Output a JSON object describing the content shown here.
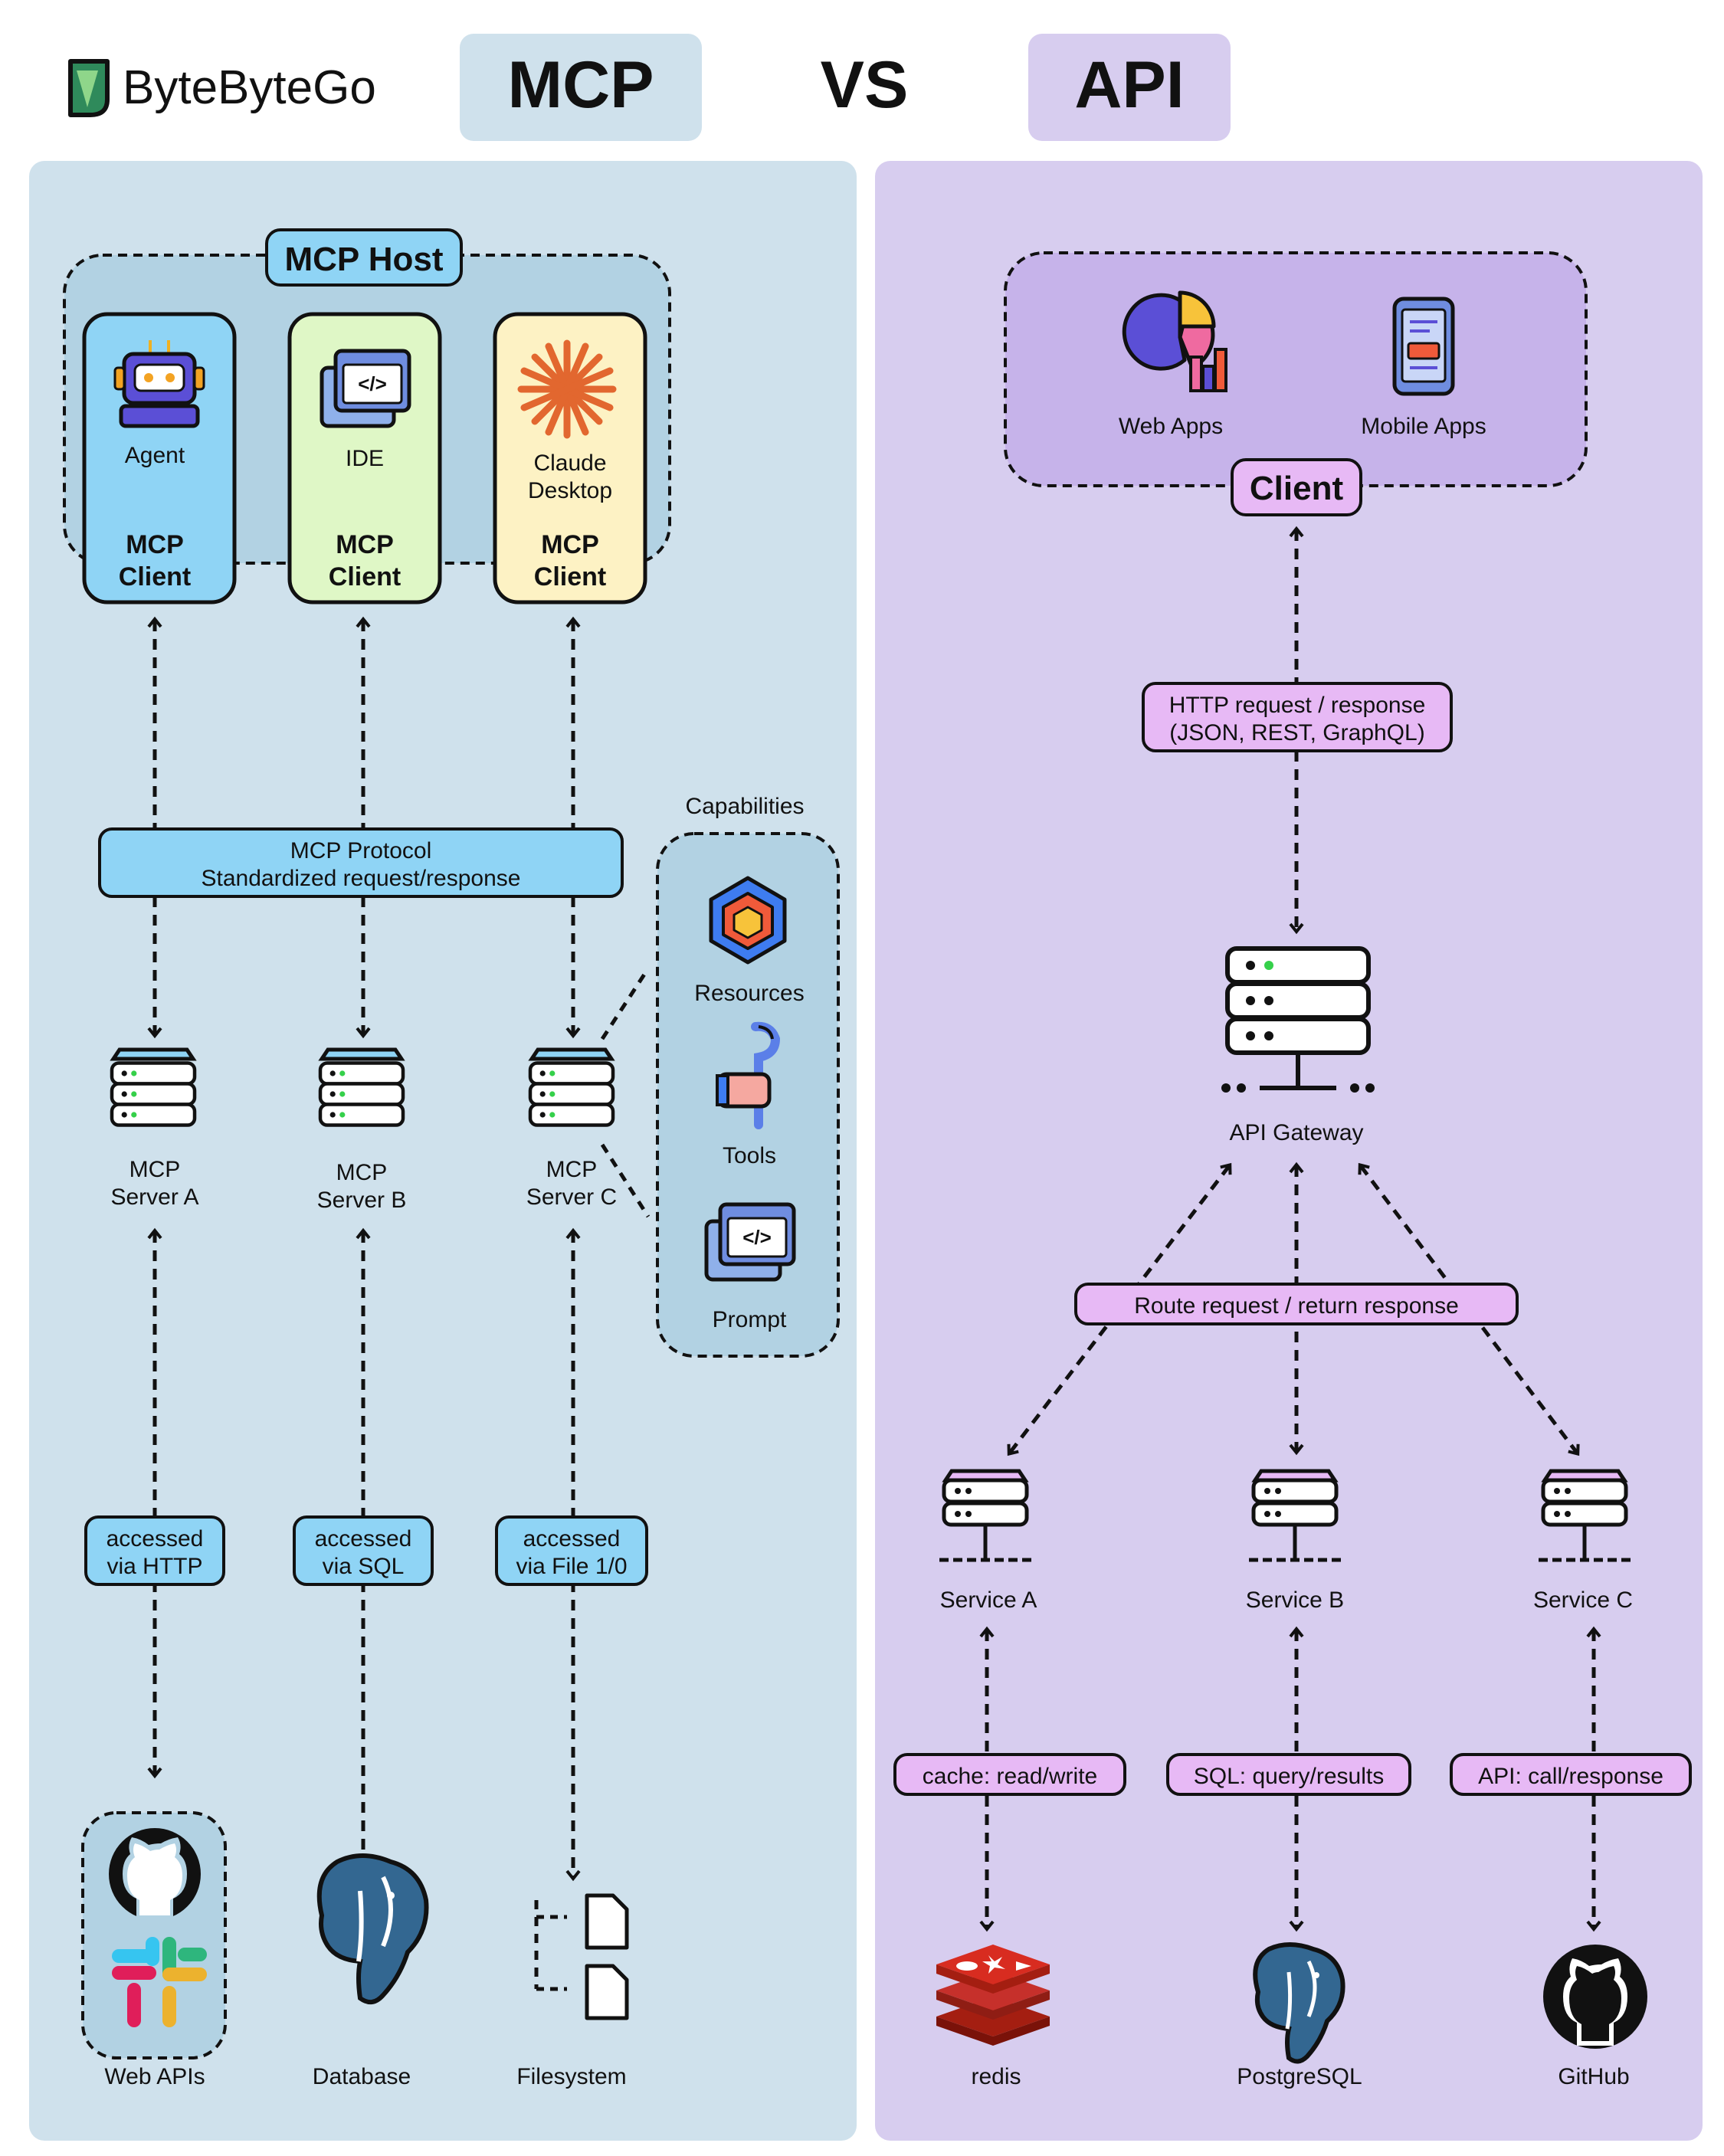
{
  "header": {
    "brand": "ByteByteGo",
    "left_title": "MCP",
    "vs": "VS",
    "right_title": "API"
  },
  "colors": {
    "mcp_panel": "#cfe1ec",
    "api_panel": "#d7cdef",
    "mcp_accent": "#8fd4f5",
    "api_accent": "#e7b9f5",
    "agent_card": "#8fd4f5",
    "ide_card": "#dff7c6",
    "claude_card": "#fdf2c4"
  },
  "mcp": {
    "host_label": "MCP Host",
    "clients": [
      {
        "app": "Agent",
        "role_line1": "MCP",
        "role_line2": "Client",
        "icon": "robot-icon"
      },
      {
        "app": "IDE",
        "role_line1": "MCP",
        "role_line2": "Client",
        "icon": "code-window-icon"
      },
      {
        "app_line1": "Claude",
        "app_line2": "Desktop",
        "role_line1": "MCP",
        "role_line2": "Client",
        "icon": "claude-starburst-icon"
      }
    ],
    "protocol_line1": "MCP Protocol",
    "protocol_line2": "Standardized request/response",
    "capabilities": {
      "title": "Capabilities",
      "items": [
        "Resources",
        "Tools",
        "Prompt"
      ]
    },
    "servers": [
      {
        "line1": "MCP",
        "line2": "Server A"
      },
      {
        "line1": "MCP",
        "line2": "Server B"
      },
      {
        "line1": "MCP",
        "line2": "Server C"
      }
    ],
    "access": [
      {
        "line1": "accessed",
        "line2": "via HTTP"
      },
      {
        "line1": "accessed",
        "line2": "via SQL"
      },
      {
        "line1": "accessed",
        "line2": "via File 1/0"
      }
    ],
    "targets": [
      "Web APIs",
      "Database",
      "Filesystem"
    ]
  },
  "api": {
    "client_label": "Client",
    "client_apps": [
      "Web Apps",
      "Mobile Apps"
    ],
    "http_line1": "HTTP request / response",
    "http_line2": "(JSON, REST, GraphQL)",
    "gateway": "API Gateway",
    "route_label": "Route request / return response",
    "services": [
      "Service A",
      "Service B",
      "Service C"
    ],
    "links": [
      "cache: read/write",
      "SQL: query/results",
      "API: call/response"
    ],
    "backends": [
      "redis",
      "PostgreSQL",
      "GitHub"
    ]
  }
}
